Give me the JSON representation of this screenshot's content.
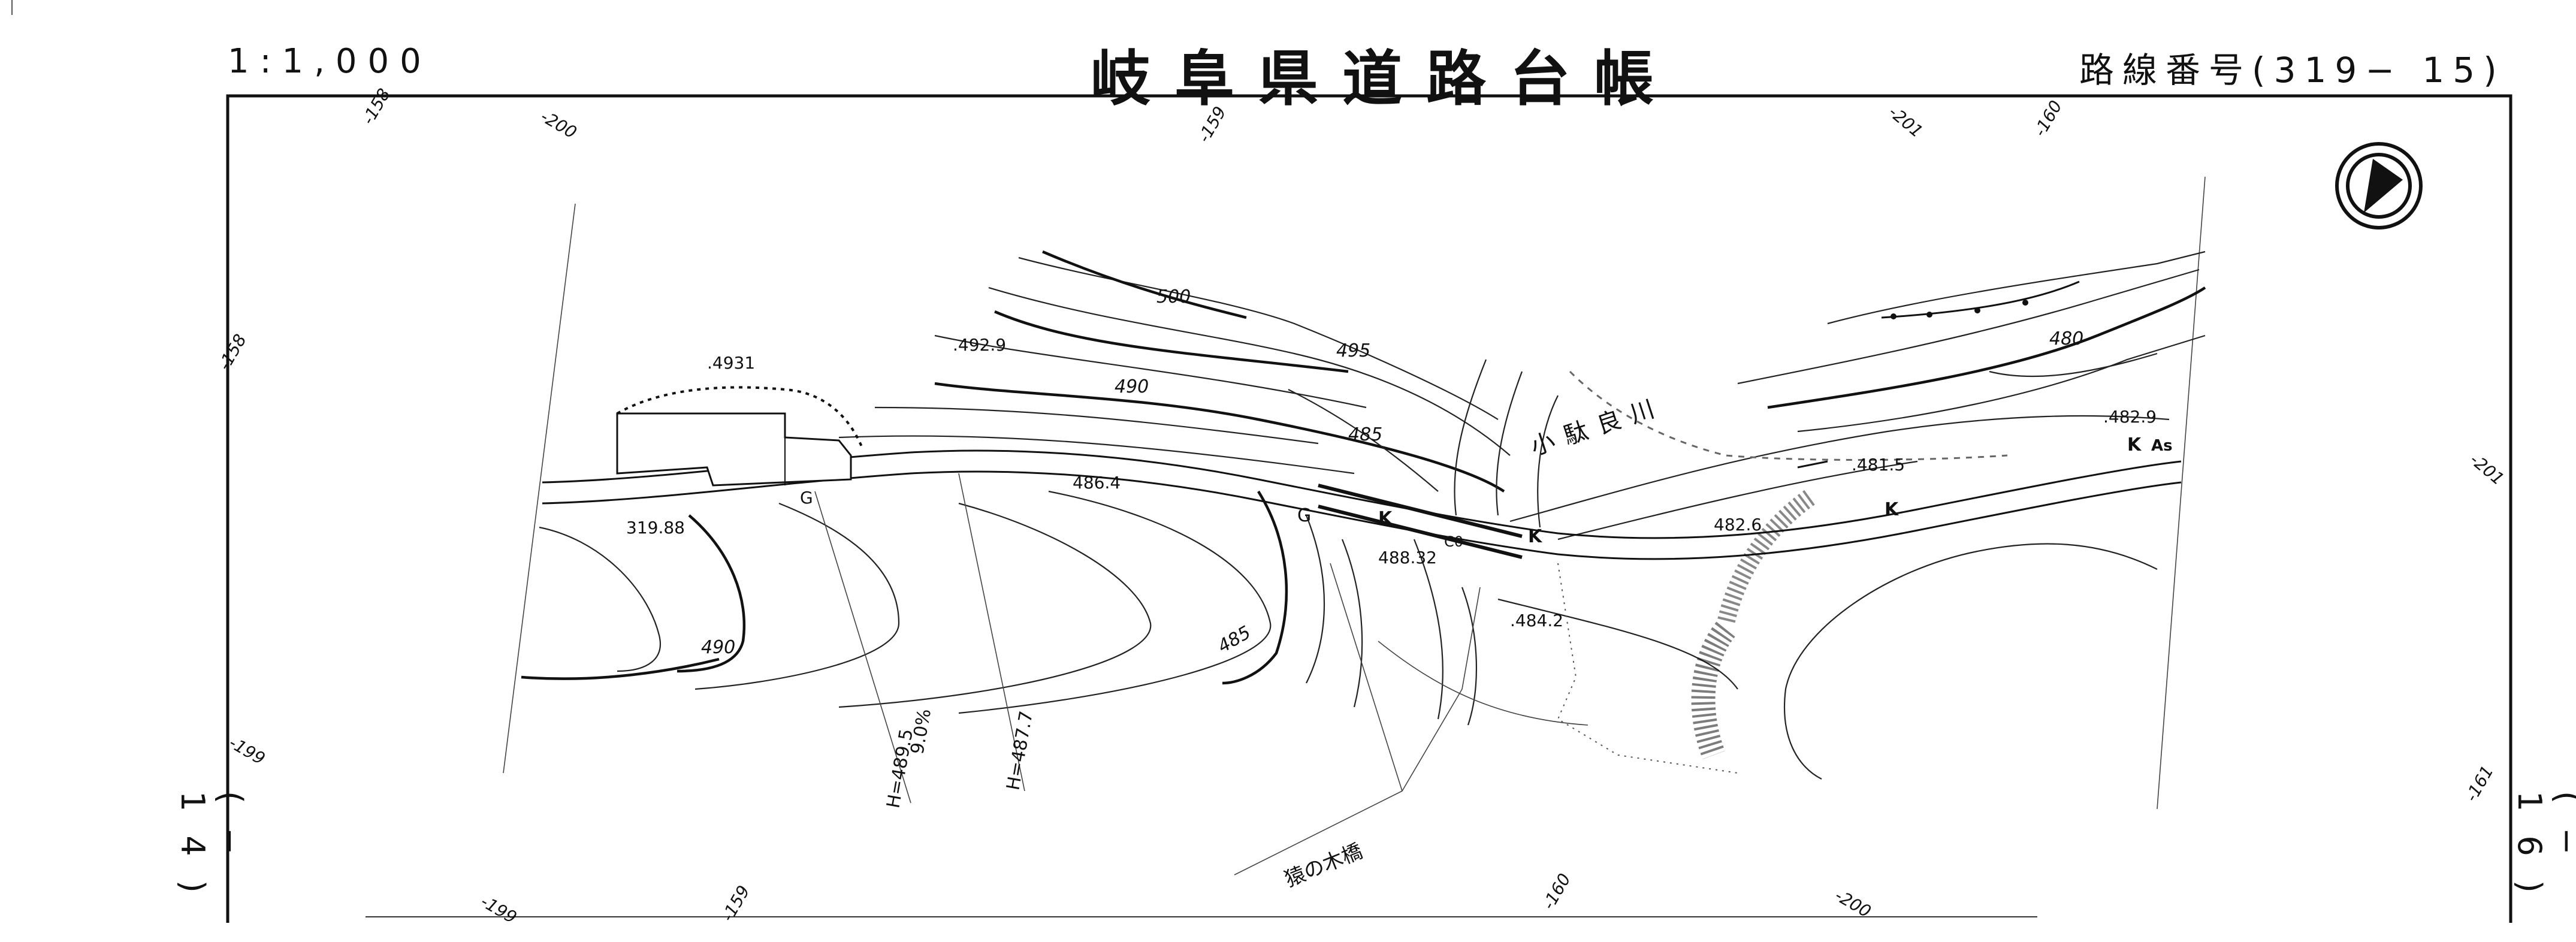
{
  "header": {
    "scale": "1:1,000",
    "title": "岐阜県道路台帳",
    "route_number": "路線番号(319− 15)"
  },
  "sheet_refs": {
    "left": "(− 14)",
    "right": "(− 16)"
  },
  "icons": {
    "north_arrow": "north-arrow-icon"
  },
  "map_labels": {
    "river_name": "小駄良川",
    "bridge_name": "猿の木橋",
    "contours": [
      "500",
      "495",
      "490",
      "485",
      "480",
      "490",
      "485"
    ],
    "elevations": [
      ".4931",
      ".492.9",
      "486.4",
      "488.32",
      ".484.2",
      "482.6",
      ".481.5",
      ".482.9"
    ],
    "benchmark": "319.88",
    "height_labels": [
      "H=489.5",
      "H=487.7"
    ],
    "grade": "9.0%",
    "grid_ticks": [
      "-158",
      "-200",
      "-159",
      "-201",
      "-160",
      "-158",
      "-201",
      "-199",
      "-161",
      "-199",
      "-159",
      "-160",
      "-200"
    ],
    "road_marks": [
      "G",
      "G",
      "K",
      "K",
      "K",
      "K",
      "As",
      "C0"
    ]
  }
}
